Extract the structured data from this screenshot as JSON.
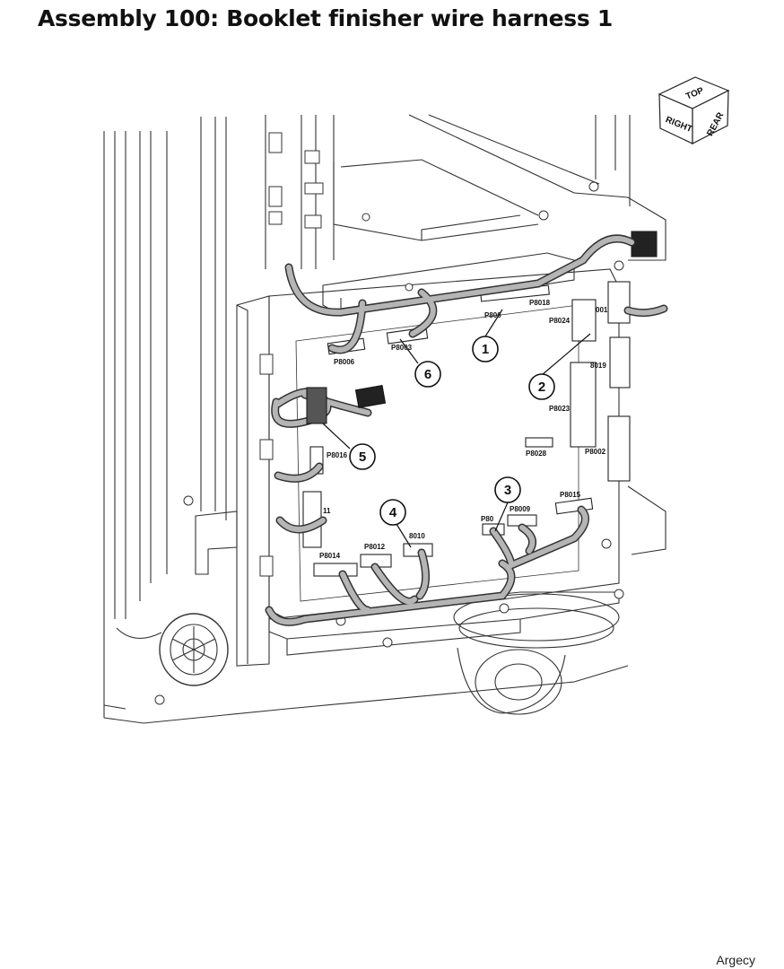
{
  "header": {
    "title": "Assembly 100: Booklet finisher wire harness 1"
  },
  "orientation_cube": {
    "top": "TOP",
    "right": "RIGHT",
    "rear": "REAR"
  },
  "connectors": {
    "p800x": "P800",
    "p8018": "P8018",
    "p8024": "P8024",
    "p8001": "001",
    "p8006": "P8006",
    "p8003": "P8003",
    "p8019": "8019",
    "p8023": "P8023",
    "p8028": "P8028",
    "p8002": "P8002",
    "p8016": "P8016",
    "p8011": "11",
    "p8015": "P8015",
    "p8005": "P80",
    "p8009": "P8009",
    "p8010": "8010",
    "p8012": "P8012",
    "p8014": "P8014"
  },
  "callouts": [
    "1",
    "2",
    "3",
    "4",
    "5",
    "6"
  ],
  "footer": {
    "watermark": "Argecy"
  }
}
